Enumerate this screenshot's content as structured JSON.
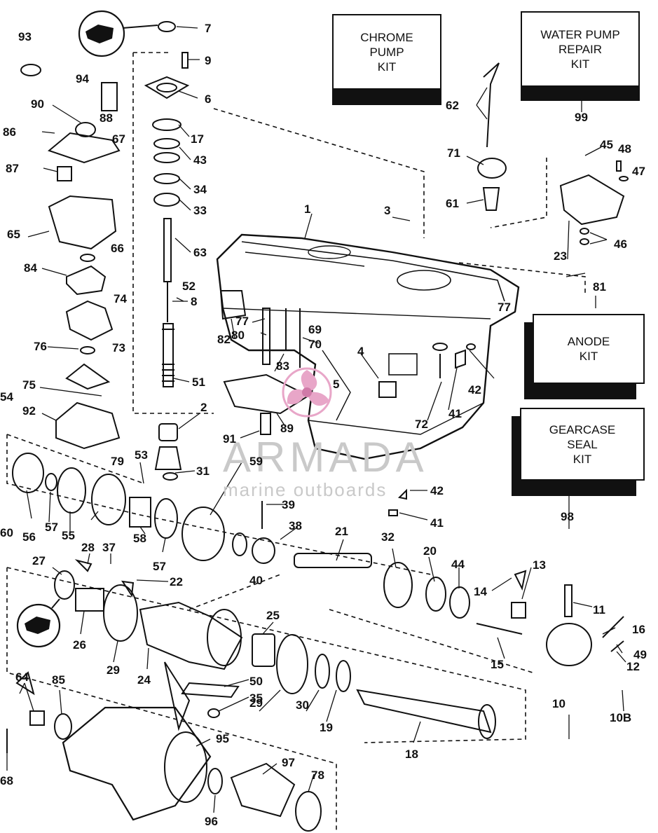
{
  "kits": [
    {
      "id": "chrome-pump-kit",
      "lines": [
        "CHROME",
        "PUMP",
        "KIT"
      ],
      "number": ""
    },
    {
      "id": "water-pump-repair-kit",
      "lines": [
        "WATER PUMP",
        "REPAIR",
        "KIT"
      ],
      "number": "99"
    },
    {
      "id": "anode-kit",
      "lines": [
        "ANODE",
        "KIT"
      ],
      "number": "81"
    },
    {
      "id": "gearcase-seal-kit",
      "lines": [
        "GEARCASE",
        "SEAL",
        "KIT"
      ],
      "number": "98"
    }
  ],
  "callouts": [
    "1",
    "2",
    "3",
    "4",
    "5",
    "6",
    "7",
    "8",
    "9",
    "10",
    "10B",
    "11",
    "12",
    "13",
    "14",
    "15",
    "16",
    "17",
    "18",
    "19",
    "20",
    "21",
    "22",
    "23",
    "24",
    "25",
    "26",
    "27",
    "28",
    "29",
    "29",
    "30",
    "31",
    "32",
    "33",
    "34",
    "35",
    "37",
    "38",
    "39",
    "40",
    "41",
    "41",
    "42",
    "42",
    "43",
    "44",
    "45",
    "46",
    "47",
    "48",
    "49",
    "50",
    "51",
    "52",
    "53",
    "54",
    "55",
    "56",
    "57",
    "57",
    "58",
    "59",
    "60",
    "61",
    "62",
    "63",
    "64",
    "65",
    "66",
    "67",
    "68",
    "69",
    "70",
    "71",
    "72",
    "73",
    "74",
    "75",
    "76",
    "77",
    "77",
    "78",
    "79",
    "80",
    "82",
    "83",
    "84",
    "85",
    "86",
    "87",
    "88",
    "89",
    "90",
    "91",
    "92",
    "93",
    "94",
    "95",
    "96",
    "97"
  ],
  "watermark": {
    "name": "ARMADA",
    "tagline": "marine outboards",
    "colors": {
      "logo_fill": "#e8a6c8",
      "logo_dot": "#d07aa8",
      "text": "#c9c9c9"
    }
  },
  "colors": {
    "ink": "#111111",
    "paper": "#ffffff"
  }
}
